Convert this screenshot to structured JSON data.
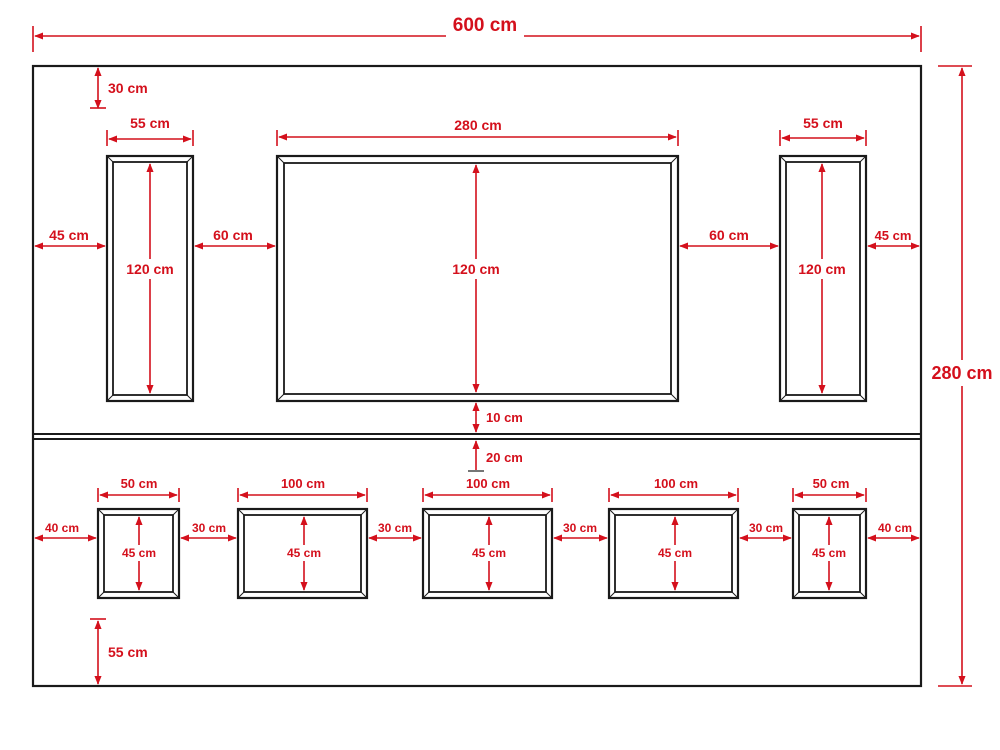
{
  "accent_color": "#d4101c",
  "line_color": "#1a1a1a",
  "overall": {
    "width": "600 cm",
    "height": "280 cm"
  },
  "upper_section": {
    "top_gap": "30 cm",
    "side_left_gap": "45 cm",
    "side_right_gap": "45 cm",
    "left_panel": {
      "width": "55 cm",
      "height": "120 cm"
    },
    "left_spacing": "60 cm",
    "center_panel": {
      "width": "280 cm",
      "height": "120 cm"
    },
    "right_spacing": "60 cm",
    "right_panel": {
      "width": "55 cm",
      "height": "120 cm"
    },
    "gap_to_divider": "10 cm"
  },
  "divider_gap": "20 cm",
  "lower_section": {
    "left_margin": "40 cm",
    "right_margin": "40 cm",
    "spacings": [
      "30 cm",
      "30 cm",
      "30 cm",
      "30 cm"
    ],
    "panels": [
      {
        "width": "50 cm",
        "height": "45 cm"
      },
      {
        "width": "100 cm",
        "height": "45 cm"
      },
      {
        "width": "100 cm",
        "height": "45 cm"
      },
      {
        "width": "100 cm",
        "height": "45 cm"
      },
      {
        "width": "50 cm",
        "height": "45 cm"
      }
    ],
    "bottom_gap": "55 cm"
  }
}
